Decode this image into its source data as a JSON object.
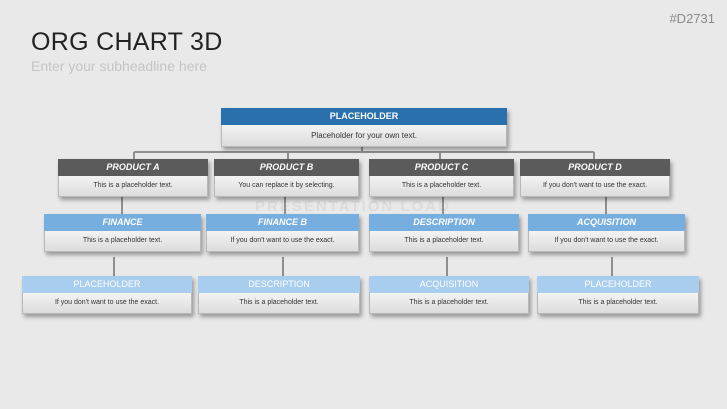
{
  "slide": {
    "title": "ORG CHART 3D",
    "subtitle": "Enter your subheadline here",
    "code": "#D2731",
    "watermark": "PRESENTATION LOAD"
  },
  "colors": {
    "top": "#2a70ad",
    "level1": "#5b5b5b",
    "level2": "#76aee0",
    "level3": "#a8cdee",
    "connector": "#8f8f8f"
  },
  "org": {
    "root": {
      "title": "PLACEHOLDER",
      "text": "Placeholder for your own text."
    },
    "level1": [
      {
        "title": "PRODUCT A",
        "text": "This is a placeholder text."
      },
      {
        "title": "PRODUCT B",
        "text": "You can replace it by selecting."
      },
      {
        "title": "PRODUCT C",
        "text": "This is a placeholder text."
      },
      {
        "title": "PRODUCT D",
        "text": "If you don't want to use the exact."
      }
    ],
    "level2": [
      {
        "title": "FINANCE",
        "text": "This is a placeholder text."
      },
      {
        "title": "FINANCE B",
        "text": "If you don't want to use the exact."
      },
      {
        "title": "DESCRIPTION",
        "text": "This is a placeholder text."
      },
      {
        "title": "ACQUISITION",
        "text": "If you don't want to use the exact."
      }
    ],
    "level3": [
      {
        "title": "PLACEHOLDER",
        "text": "If you don't want to use the exact."
      },
      {
        "title": "DESCRIPTION",
        "text": "This is a placeholder text."
      },
      {
        "title": "ACQUISITION",
        "text": "This is a placeholder text."
      },
      {
        "title": "PLACEHOLDER",
        "text": "This is a placeholder text."
      }
    ]
  }
}
